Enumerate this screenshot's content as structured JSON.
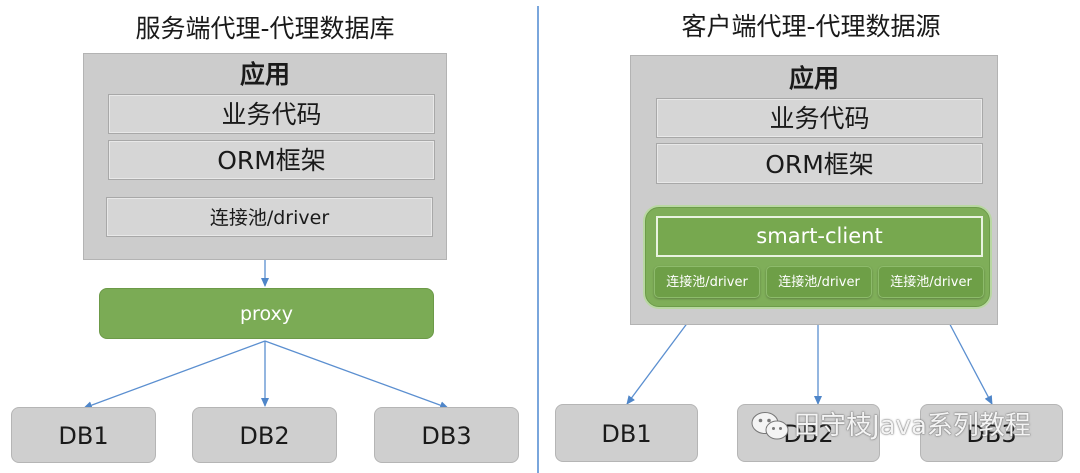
{
  "left": {
    "title": "服务端代理-代理数据库",
    "app_label": "应用",
    "layers": [
      "业务代码",
      "ORM框架",
      "连接池/driver"
    ],
    "proxy_label": "proxy",
    "dbs": [
      "DB1",
      "DB2",
      "DB3"
    ]
  },
  "right": {
    "title": "客户端代理-代理数据源",
    "app_label": "应用",
    "layers": [
      "业务代码",
      "ORM框架"
    ],
    "smart_client_label": "smart-client",
    "pools": [
      "连接池/driver",
      "连接池/driver",
      "连接池/driver"
    ],
    "dbs": [
      "DB1",
      "DB2",
      "DB3"
    ]
  },
  "watermark": {
    "icon": "wechat-icon",
    "text": "田守枝Java系列教程"
  },
  "colors": {
    "green": "#7bab55",
    "gray_panel": "#cccccc",
    "arrow_blue": "#5b8fd0",
    "divider": "#6a9bd8"
  }
}
